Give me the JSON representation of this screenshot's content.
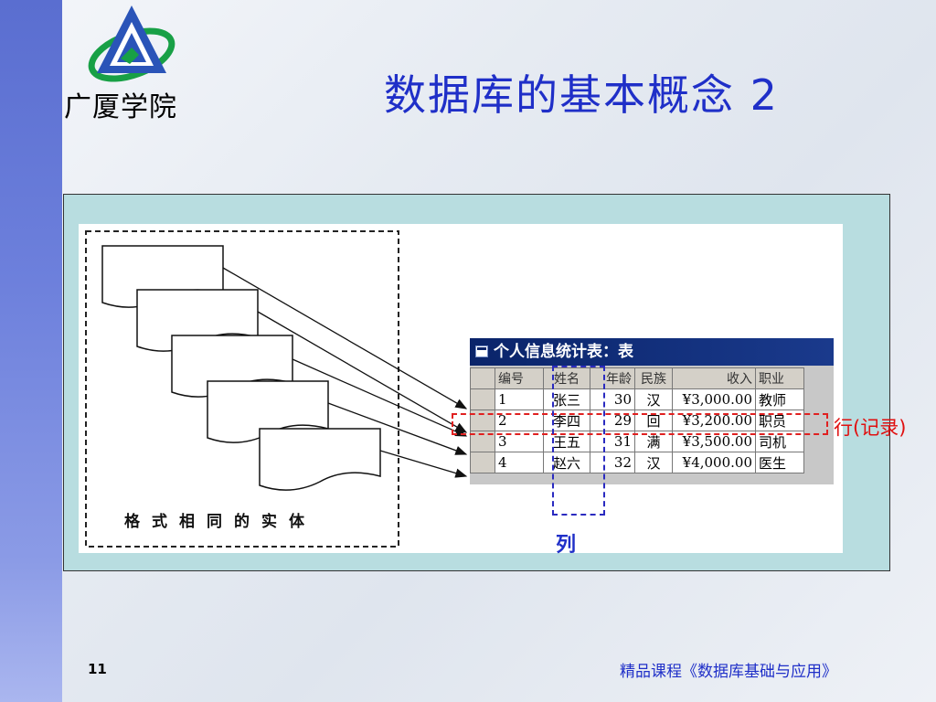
{
  "header": {
    "school_name": "广厦学院",
    "title": "数据库的基本概念 2"
  },
  "figure": {
    "entity_caption": "格式相同的实体",
    "table": {
      "window_title": "个人信息统计表：表",
      "columns": [
        "编号",
        "姓名",
        "年龄",
        "民族",
        "收入",
        "职业"
      ],
      "rows": [
        [
          "1",
          "张三",
          "30",
          "汉",
          "¥3,000.00",
          "教师"
        ],
        [
          "2",
          "李四",
          "29",
          "回",
          "¥3,200.00",
          "职员"
        ],
        [
          "3",
          "王五",
          "31",
          "满",
          "¥3,500.00",
          "司机"
        ],
        [
          "4",
          "赵六",
          "32",
          "汉",
          "¥4,000.00",
          "医生"
        ]
      ]
    },
    "row_label": "行(记录)",
    "column_label": "列"
  },
  "footer": {
    "page_number": "11",
    "course_name": "精品课程《数据库基础与应用》"
  },
  "colors": {
    "title": "#1f2fc8",
    "left_bar": "#5a6ed0",
    "panel": "#b8dde0",
    "row_highlight": "#e02020",
    "column_highlight": "#2a2ac0"
  }
}
